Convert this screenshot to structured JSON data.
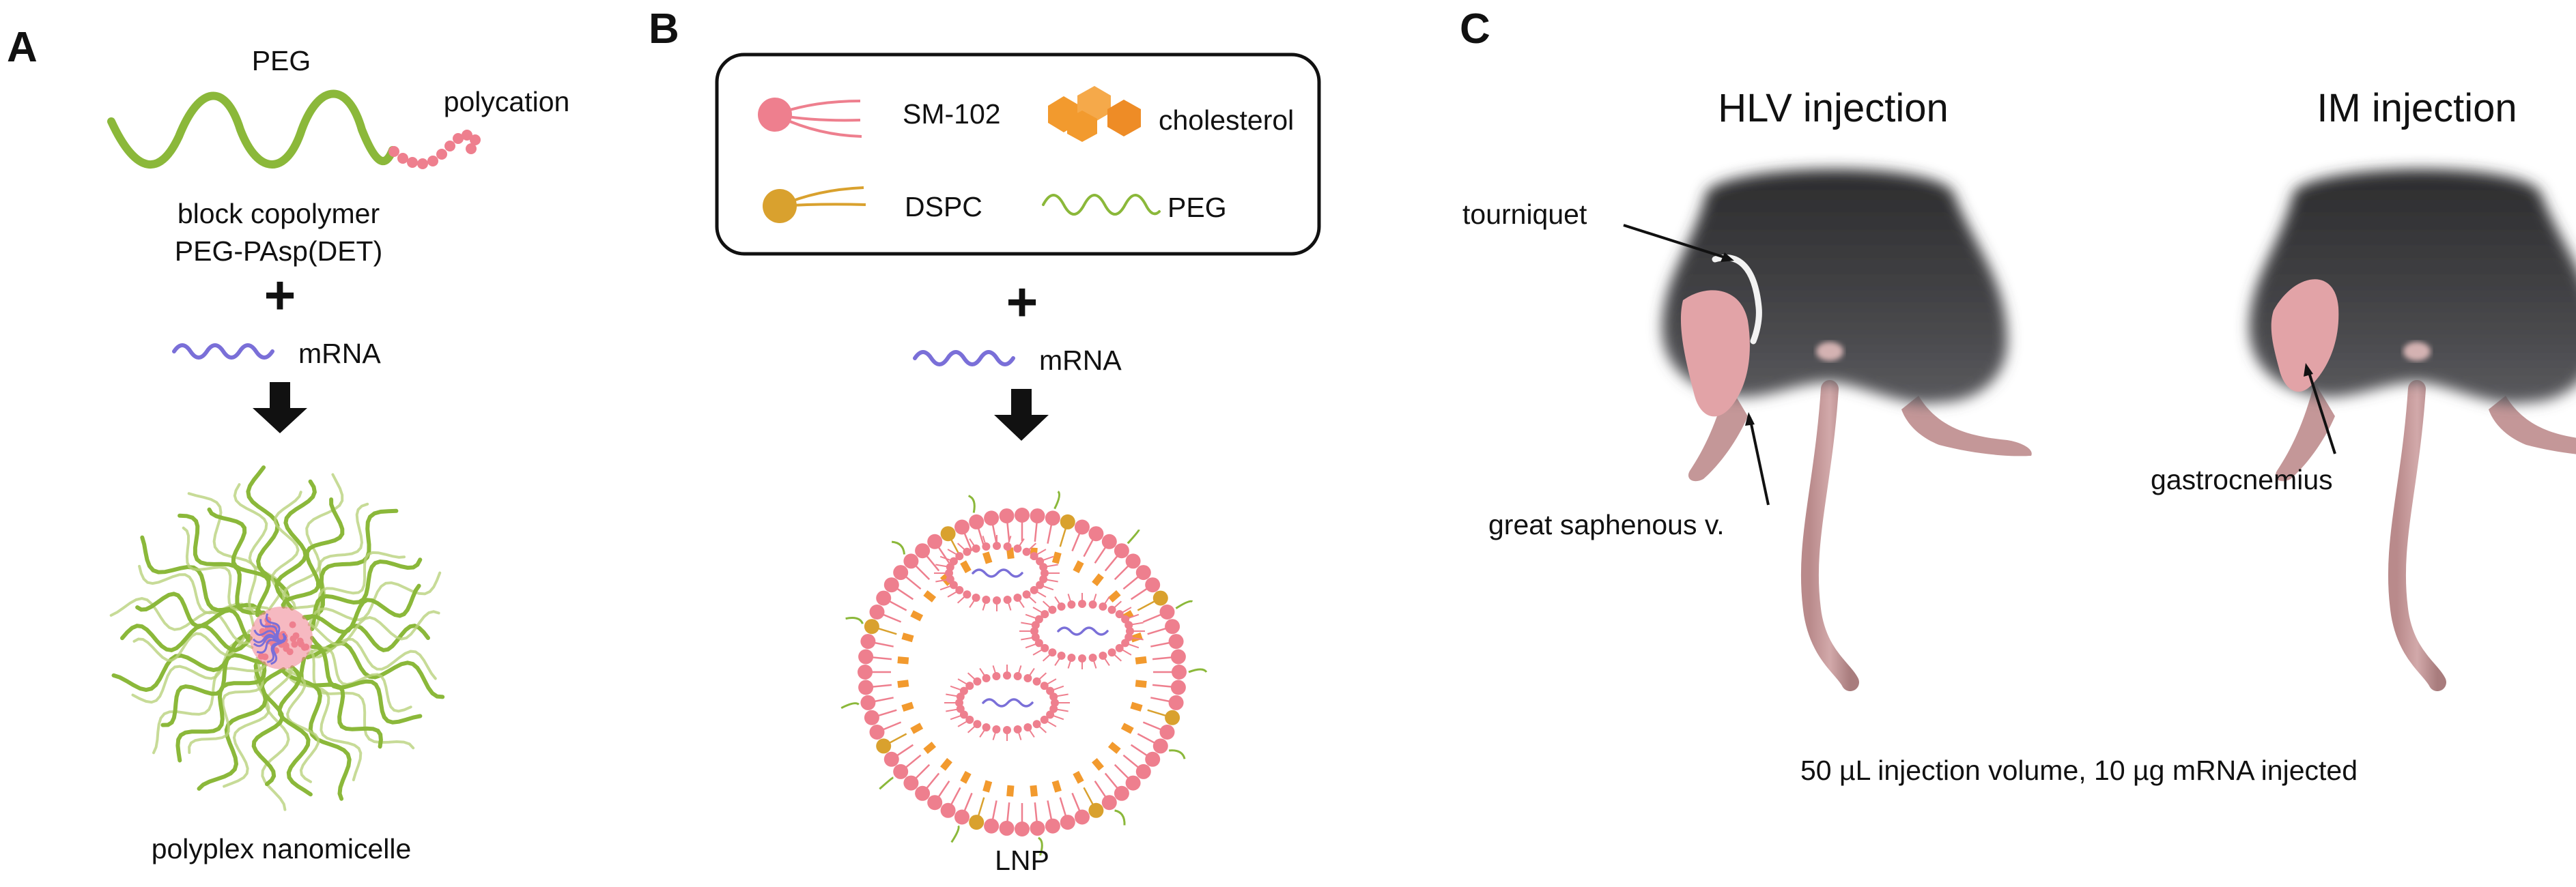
{
  "panels": {
    "a": {
      "letter": "A",
      "peg_label": "PEG",
      "polycation_label": "polycation",
      "copolymer_line1": "block copolymer",
      "copolymer_line2": "PEG-PAsp(DET)",
      "plus": "+",
      "mrna_label": "mRNA",
      "product_label": "polyplex nanomicelle"
    },
    "b": {
      "letter": "B",
      "legend": {
        "sm102": "SM-102",
        "cholesterol": "cholesterol",
        "dspc": "DSPC",
        "peg": "PEG"
      },
      "plus": "+",
      "mrna_label": "mRNA",
      "product_label": "LNP"
    },
    "c": {
      "letter": "C",
      "hlv_title": "HLV injection",
      "im_title": "IM injection",
      "tourniquet_label": "tourniquet",
      "vein_label": "great saphenous v.",
      "muscle_label": "gastrocnemius",
      "caption": "50 µL injection volume, 10 µg mRNA injected"
    }
  },
  "colors": {
    "peg_green": "#8bb83a",
    "peg_light": "#b9d27d",
    "polycation_pink": "#ee7f8e",
    "mrna_purple": "#7a6fd8",
    "dspc_gold": "#d9a12e",
    "cholesterol_orange": "#f29a2e",
    "fur_dark": "#3d3d3f",
    "skin_pink": "#c9999a",
    "muscle_pink": "#e2a3a7"
  },
  "icons": {
    "reaction_arrow": "down-arrow-icon",
    "mouse": "mouse-hindlimb-illustration"
  }
}
